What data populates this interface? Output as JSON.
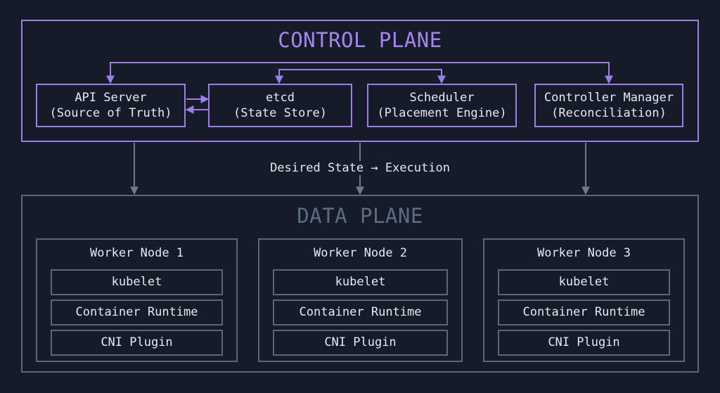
{
  "control_plane": {
    "title": "CONTROL PLANE",
    "components": [
      {
        "name": "API Server",
        "detail": "(Source of Truth)"
      },
      {
        "name": "etcd",
        "detail": "(State Store)"
      },
      {
        "name": "Scheduler",
        "detail": "(Placement Engine)"
      },
      {
        "name": "Controller Manager",
        "detail": "(Reconciliation)"
      }
    ]
  },
  "flow_label": "Desired State → Execution",
  "data_plane": {
    "title": "DATA PLANE",
    "nodes": [
      {
        "title": "Worker Node 1",
        "components": [
          "kubelet",
          "Container Runtime",
          "CNI Plugin"
        ]
      },
      {
        "title": "Worker Node 2",
        "components": [
          "kubelet",
          "Container Runtime",
          "CNI Plugin"
        ]
      },
      {
        "title": "Worker Node 3",
        "components": [
          "kubelet",
          "Container Runtime",
          "CNI Plugin"
        ]
      }
    ]
  },
  "colors": {
    "background": "#161b29",
    "control_accent": "#9b7ee6",
    "data_accent": "#59677b",
    "text": "#e8e8f0"
  }
}
